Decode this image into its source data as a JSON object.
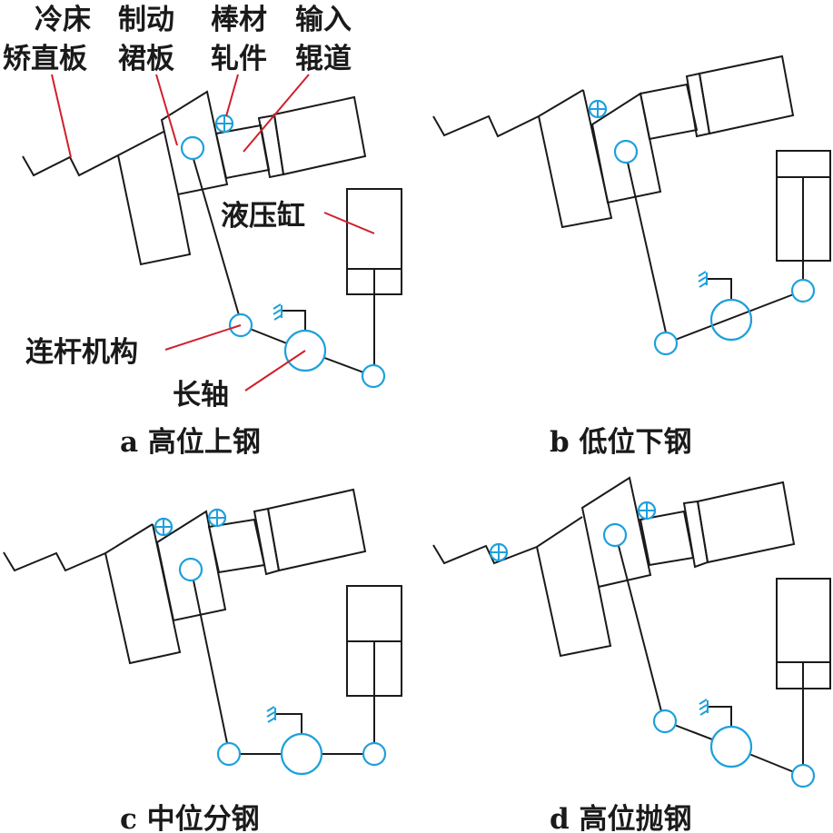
{
  "labels": {
    "cooling_bed_1": "冷床",
    "cooling_bed_2": "矫直板",
    "brake_skirt_1": "制动",
    "brake_skirt_2": "裙板",
    "bar_1": "棒材",
    "bar_2": "轧件",
    "roller_1": "输入",
    "roller_2": "辊道",
    "cylinder": "液压缸",
    "linkage": "连杆机构",
    "shaft": "长轴"
  },
  "captions": {
    "a": "a  高位上钢",
    "b": "b  低位下钢",
    "c": "c  中位分钢",
    "d": "d  高位抛钢"
  },
  "colors": {
    "line": "#1a1a1a",
    "joint": "#1ea0dc",
    "leader": "#d0202a"
  }
}
